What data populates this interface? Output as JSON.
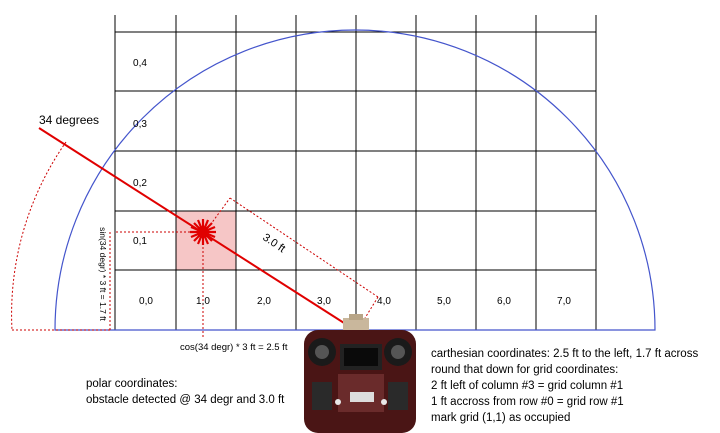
{
  "grid": {
    "row0_labels": [
      "0,0",
      "1,0",
      "2,0",
      "3,0",
      "4,0",
      "5,0",
      "6,0",
      "7,0"
    ],
    "col0_labels": [
      "0,1",
      "0,2",
      "0,3",
      "0,4"
    ],
    "occupied_cell_color": "#f6c6c6"
  },
  "angle_label": "34 degrees",
  "distance_label": "3.0 ft",
  "sin_label": "sin(34 degr) * 3 ft = 1.7 ft",
  "cos_label": "cos(34 degr) * 3 ft = 2.5 ft",
  "polar_note": {
    "line1": "polar coordinates:",
    "line2": "obstacle detected @ 34 degr and 3.0 ft"
  },
  "cartesian_note": {
    "line1": "carthesian coordinates: 2.5 ft to the left, 1.7 ft across",
    "line2": "round that down for grid coordinates:",
    "line3": "2 ft left of column #3 = grid column #1",
    "line4": "1 ft accross from row #0 = grid row #1",
    "line5": "mark grid (1,1) as occupied"
  },
  "colors": {
    "arc": "#4455cc",
    "ray": "#e00000",
    "dotted": "#cc0000"
  }
}
